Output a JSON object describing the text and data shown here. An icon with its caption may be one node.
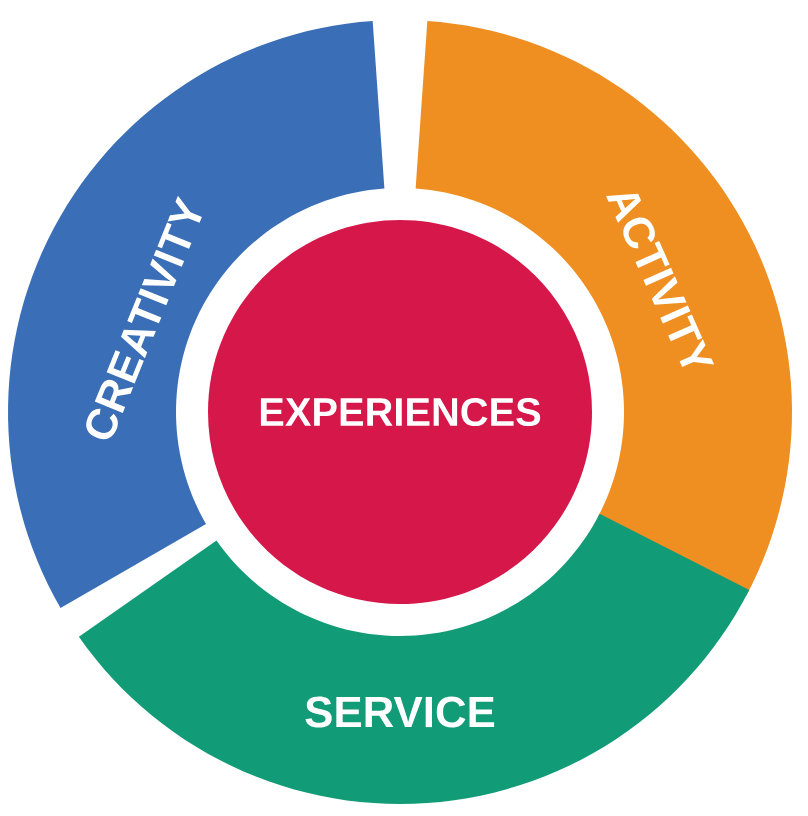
{
  "diagram": {
    "nodes": [
      {
        "text": [
          "CREATIVITY"
        ]
      },
      {
        "text": [
          "ACTIVITY"
        ]
      },
      {
        "text": [
          "SERVICE"
        ]
      },
      {
        "text": [
          "EXPERIENCES"
        ]
      }
    ]
  }
}
